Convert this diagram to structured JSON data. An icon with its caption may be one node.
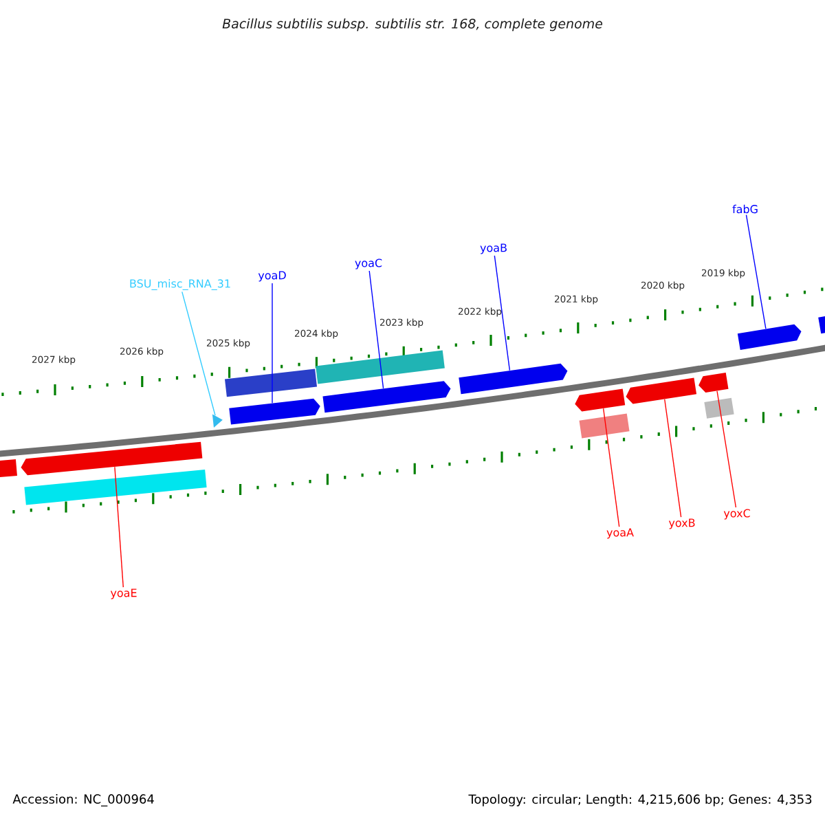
{
  "diagram": {
    "title": "Bacillus subtilis subsp. subtilis str. 168, complete genome",
    "nodes": [
      {
        "text": [
          "fabG"
        ]
      },
      {
        "text": [
          "yoaB"
        ]
      },
      {
        "text": [
          "yoaC"
        ]
      },
      {
        "text": [
          "yoaD"
        ]
      },
      {
        "text": [
          "BSU_misc_RNA_31"
        ]
      },
      {
        "text": [
          "yoxC"
        ]
      },
      {
        "text": [
          "yoxB"
        ]
      },
      {
        "text": [
          "yoaA"
        ]
      },
      {
        "text": [
          "yoaE"
        ]
      },
      {
        "text": [],
        "shape": "triangle"
      },
      {
        "text": [],
        "shape": "arrow"
      },
      {
        "text": [],
        "shape": "arrow"
      },
      {
        "text": [],
        "shape": "arrow"
      },
      {
        "text": [],
        "shape": "arrow"
      },
      {
        "text": [],
        "shape": "arrow"
      },
      {
        "text": [],
        "shape": "arrow"
      },
      {
        "text": [],
        "shape": "arrow"
      },
      {
        "text": [],
        "shape": "arrow"
      },
      {
        "text": [],
        "shape": "bar"
      },
      {
        "text": [],
        "shape": "bar"
      },
      {
        "text": [],
        "shape": "bar"
      },
      {
        "text": [],
        "shape": "bar"
      },
      {
        "text": [],
        "shape": "bar"
      },
      {
        "text": [],
        "shape": "bar"
      },
      {
        "text": [],
        "shape": "bar"
      }
    ],
    "edges": [
      {
        "from": 0,
        "to": 13,
        "arrow": "none",
        "color": "#0000ff"
      },
      {
        "from": 1,
        "to": 12,
        "arrow": "none",
        "color": "#0000ff"
      },
      {
        "from": 2,
        "to": 11,
        "arrow": "none",
        "color": "#0000ff"
      },
      {
        "from": 3,
        "to": 10,
        "arrow": "none",
        "color": "#0000ff"
      },
      {
        "from": 4,
        "to": 9,
        "arrow": "none",
        "color": "#33ccff"
      },
      {
        "from": 5,
        "to": 17,
        "arrow": "none",
        "color": "#ff0000"
      },
      {
        "from": 6,
        "to": 16,
        "arrow": "none",
        "color": "#ff0000"
      },
      {
        "from": 7,
        "to": 15,
        "arrow": "none",
        "color": "#ff0000"
      },
      {
        "from": 8,
        "to": 14,
        "arrow": "none",
        "color": "#ff0000"
      }
    ],
    "labels": [
      "2019 kbp",
      "2020 kbp",
      "2021 kbp",
      "2022 kbp",
      "2023 kbp",
      "2024 kbp",
      "2025 kbp",
      "2026 kbp",
      "2027 kbp",
      "Accession: NC_000964",
      "Topology: circular; Length: 4,215,606 bp; Genes: 4,353"
    ]
  }
}
